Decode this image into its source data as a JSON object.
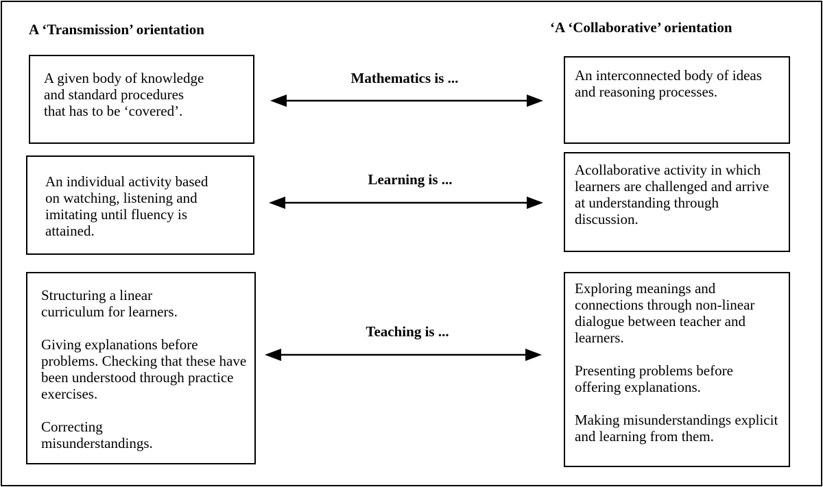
{
  "headings": {
    "left": "A ‘Transmission’ orientation",
    "right": "‘A ‘Collaborative’ orientation"
  },
  "rows": [
    {
      "relation": "Mathematics is ...",
      "left": [
        "A given body of knowledge and standard procedures that has to be ‘covered’."
      ],
      "right": [
        "An interconnected body of ideas and reasoning processes."
      ]
    },
    {
      "relation": "Learning is ...",
      "left": [
        "An individual activity based on watching, listening and imitating until fluency is attained."
      ],
      "right": [
        "Acollaborative activity in which learners are challenged and arrive at understanding through discussion."
      ]
    },
    {
      "relation": "Teaching is ...",
      "left": [
        "Structuring a linear curriculum for learners.",
        "Giving explanations before problems. Checking that these have been understood through practice exercises.",
        "Correcting misunderstandings."
      ],
      "right": [
        "Exploring meanings and connections through non-linear dialogue between teacher and learners.",
        "Presenting problems before offering explanations.",
        "Making misunderstandings explicit and learning from them."
      ]
    }
  ]
}
